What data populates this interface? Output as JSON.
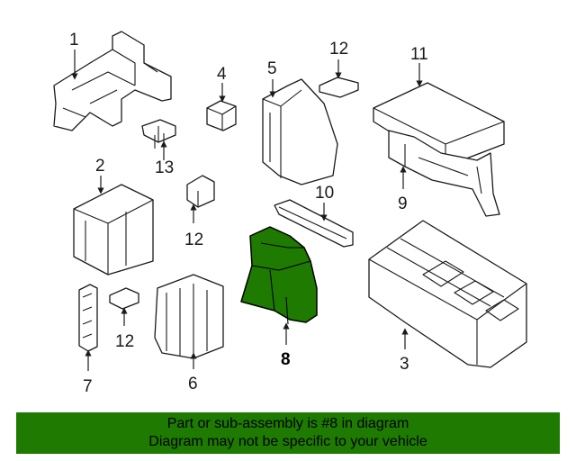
{
  "callouts": {
    "p1": "1",
    "p2": "2",
    "p3": "3",
    "p4": "4",
    "p5": "5",
    "p6": "6",
    "p7": "7",
    "p8": "8",
    "p9": "9",
    "p10": "10",
    "p11": "11",
    "p12a": "12",
    "p12b": "12",
    "p12c": "12",
    "p13": "13"
  },
  "banner": {
    "line1": "Part or sub-assembly is #8 in diagram",
    "line2": "Diagram may not be specific to your vehicle"
  },
  "colors": {
    "highlight": "#1e7a00",
    "banner_bg": "#1e7a00",
    "line": "#1a1a1a"
  }
}
